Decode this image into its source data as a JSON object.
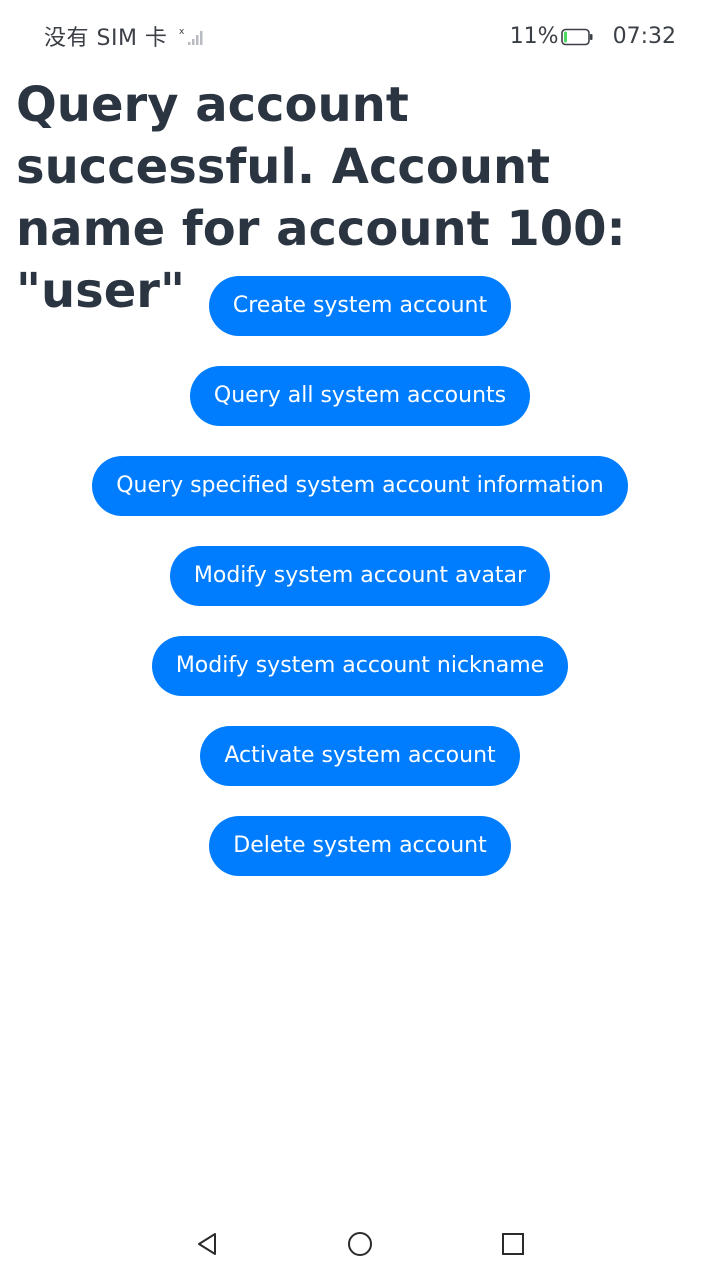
{
  "status_bar": {
    "sim_status": "没有 SIM 卡",
    "battery_percent": "11%",
    "time": "07:32",
    "icons": [
      "signal-icon",
      "battery-icon"
    ],
    "battery_level": 0.11,
    "battery_color": "#4cd964"
  },
  "main": {
    "result_text": "Query account successful. Account name for account 100: \"user\"",
    "buttons": [
      {
        "label": "Create system account"
      },
      {
        "label": "Query all system accounts"
      },
      {
        "label": "Query specified system account information"
      },
      {
        "label": "Modify system account avatar"
      },
      {
        "label": "Modify system account nickname"
      },
      {
        "label": "Activate system account"
      },
      {
        "label": "Delete system account"
      }
    ]
  },
  "navigation_bar": {
    "icons": [
      "back-icon",
      "home-icon",
      "recent-apps-icon"
    ]
  },
  "colors": {
    "accent": "#007dff",
    "title_text": "#2b3441",
    "background": "#ffffff"
  }
}
